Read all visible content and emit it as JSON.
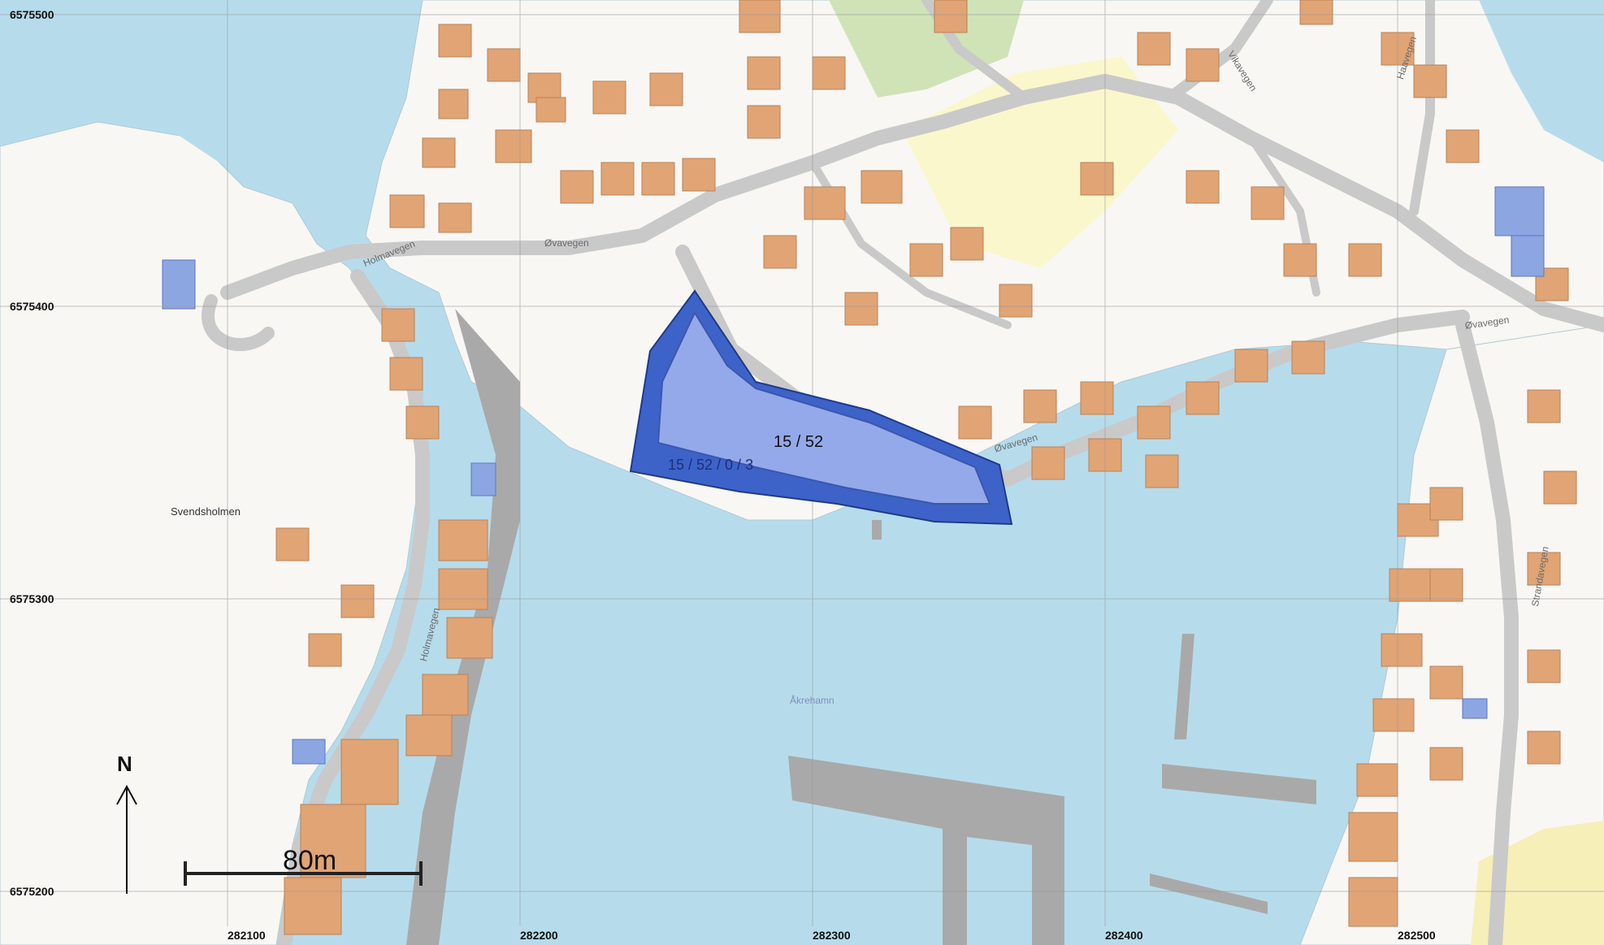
{
  "map": {
    "grid": {
      "y_labels": [
        "6575500",
        "6575400",
        "6575300",
        "6575200"
      ],
      "x_labels": [
        "282100",
        "282200",
        "282300",
        "282400",
        "282500"
      ]
    },
    "labels": {
      "road_ovavegen_west": "Øvavegen",
      "road_ovavegen_mid": "Øvavegen",
      "road_ovavegen_east": "Øvavegen",
      "road_holmavegen": "Holmavegen",
      "road_holmavegen_south": "Holmavegen",
      "road_strandavegen": "Strandavegen",
      "road_vikavegen": "Vikavegen",
      "road_northeast": "Haavegen",
      "place_svendsholmen": "Svendsholmen",
      "water_akrehamn": "Åkrehamn"
    },
    "parcels": {
      "main": "15 / 52",
      "sub": "15 / 52 / 0 / 3"
    },
    "north_arrow": "N",
    "scale_bar": "80m",
    "colors": {
      "water": "#b6dcec",
      "land": "#f8f7f4",
      "building": "#e1a474",
      "road": "#c9c9c9",
      "parcel_dark": "#3d63c8",
      "parcel_light": "#93a9ea",
      "park": "#cfe3b7",
      "sand": "#fbf7cc"
    }
  }
}
